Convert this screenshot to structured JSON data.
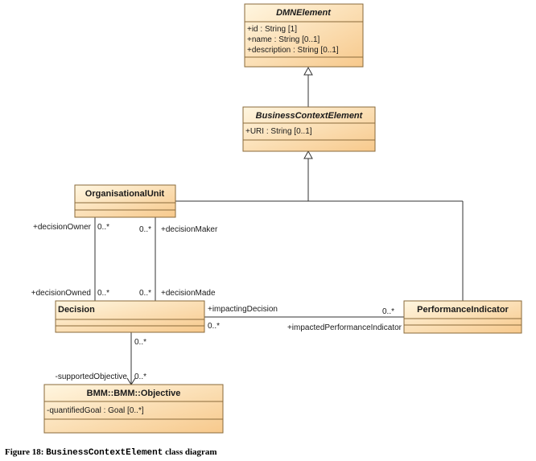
{
  "classes": {
    "dmn_element": {
      "name": "DMNElement",
      "attributes": [
        "+id : String [1]",
        "+name : String [0..1]",
        "+description : String [0..1]"
      ]
    },
    "business_context_element": {
      "name": "BusinessContextElement",
      "attributes": [
        "+URI : String [0..1]"
      ]
    },
    "organisational_unit": {
      "name": "OrganisationalUnit",
      "attributes": []
    },
    "decision": {
      "name": "Decision",
      "attributes": []
    },
    "performance_indicator": {
      "name": "PerformanceIndicator",
      "attributes": []
    },
    "objective": {
      "name": "BMM::BMM::Objective",
      "attributes": [
        "-quantifiedGoal : Goal [0..*]"
      ]
    }
  },
  "roles": {
    "decision_owner": "+decisionOwner",
    "decision_owner_mult": "0..*",
    "decision_maker": "+decisionMaker",
    "decision_maker_mult": "0..*",
    "decision_owned": "+decisionOwned",
    "decision_owned_mult": "0..*",
    "decision_made": "+decisionMade",
    "decision_made_mult": "0..*",
    "impacting_decision": "+impactingDecision",
    "impacting_decision_mult": "0..*",
    "impacted_pi": "+impactedPerformanceIndicator",
    "impacted_pi_mult": "0..*",
    "supported_objective": "-supportedObjective",
    "supported_objective_mult": "0..*",
    "decision_objective_mult": "0..*"
  },
  "caption": {
    "prefix": "Figure 18:",
    "name": "BusinessContextElement",
    "suffix": "class diagram"
  },
  "colors": {
    "box_top": "#fff4d9",
    "box_bottom": "#f8cf98",
    "border": "#8a6a3a"
  }
}
